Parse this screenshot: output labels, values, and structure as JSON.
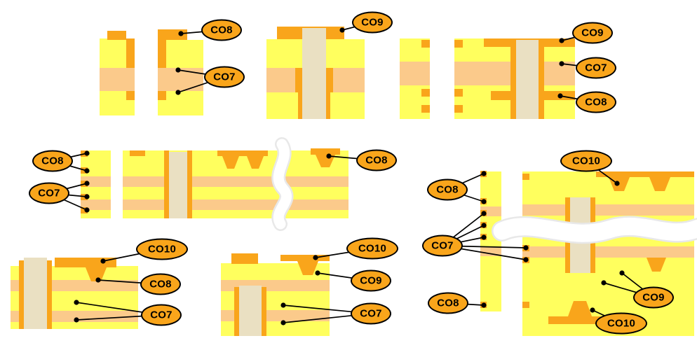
{
  "colors": {
    "copper": "#F9A51B",
    "substrate": "#FFFF5E",
    "core": "#FBCA8B",
    "via": "#EAE0C2",
    "label": "#F9A51B",
    "line": "#000000",
    "background": "#FFFFFF"
  },
  "labels": [
    {
      "text": "CO8"
    },
    {
      "text": "CO7"
    },
    {
      "text": "CO9"
    },
    {
      "text": "CO9"
    },
    {
      "text": "CO7"
    },
    {
      "text": "CO8"
    },
    {
      "text": "CO8"
    },
    {
      "text": "CO7"
    },
    {
      "text": "CO8"
    },
    {
      "text": "CO10"
    },
    {
      "text": "CO8"
    },
    {
      "text": "CO7"
    },
    {
      "text": "CO10"
    },
    {
      "text": "CO9"
    },
    {
      "text": "CO7"
    },
    {
      "text": "CO8"
    },
    {
      "text": "CO7"
    },
    {
      "text": "CO8"
    },
    {
      "text": "CO10"
    },
    {
      "text": "CO9"
    },
    {
      "text": "CO10"
    }
  ]
}
